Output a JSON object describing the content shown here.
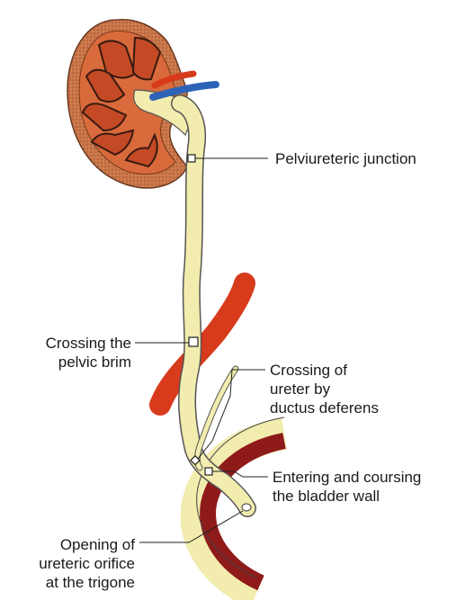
{
  "labels": {
    "pelviureteric_junction": "Pelviureteric junction",
    "crossing_pelvic_brim": "Crossing the\npelvic brim",
    "crossing_ductus": "Crossing of\nureter by\nductus deferens",
    "entering_bladder": "Entering and coursing\nthe bladder wall",
    "opening_orifice": "Opening of\nureteric orifice\nat the trigone"
  },
  "colors": {
    "ureter": "#f2ecae",
    "ureter_outline": "#555555",
    "artery": "#d83a1c",
    "vein": "#2c63b8",
    "kidney_cortex": "#c97548",
    "kidney_medulla": "#e06a3a",
    "pyramid": "#c8502c",
    "bladder_wall": "#8e1a1a",
    "leader_line": "#222222"
  }
}
